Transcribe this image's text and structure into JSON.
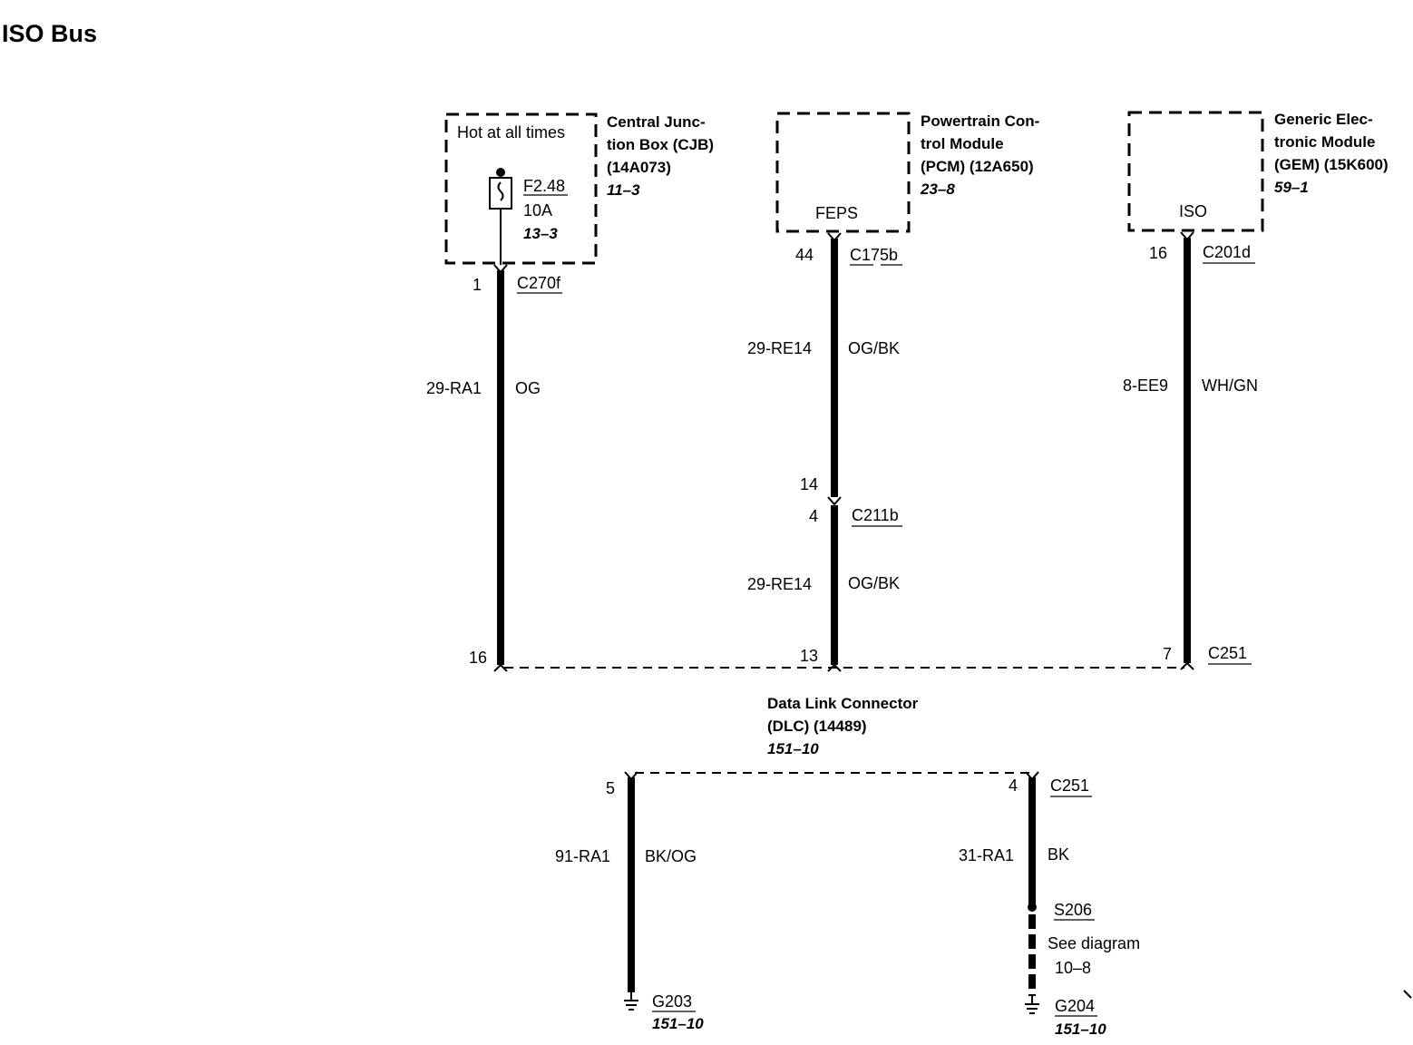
{
  "title": "ISO Bus",
  "cjb": {
    "name_lines": [
      "Central Junc-",
      "tion Box (CJB)",
      "(14A073)"
    ],
    "ref": "11–3",
    "hot_label": "Hot at all times",
    "fuse": {
      "id": "F2.48",
      "rating": "10A",
      "ref": "13–3"
    }
  },
  "pcm": {
    "name_lines": [
      "Powertrain Con-",
      "trol Module",
      "(PCM) (12A650)"
    ],
    "ref": "23–8",
    "pin_label": "FEPS"
  },
  "gem": {
    "name_lines": [
      "Generic Elec-",
      "tronic Module",
      "(GEM) (15K600)"
    ],
    "ref": "59–1",
    "pin_label": "ISO"
  },
  "circuit_cjb": {
    "pin_top": "1",
    "connector_top": "C270f",
    "circuit": "29-RA1",
    "color": "OG",
    "pin_bottom": "16"
  },
  "circuit_pcm": {
    "pin_top": "44",
    "connector_top": "C175b",
    "circuit_upper": "29-RE14",
    "color_upper": "OG/BK",
    "inline_pin_a": "14",
    "inline_pin_b": "4",
    "inline_connector": "C211b",
    "circuit_lower": "29-RE14",
    "color_lower": "OG/BK",
    "pin_bottom": "13"
  },
  "circuit_gem": {
    "pin_top": "16",
    "connector_top": "C201d",
    "circuit": "8-EE9",
    "color": "WH/GN",
    "pin_bottom": "7",
    "connector_bottom": "C251"
  },
  "dlc": {
    "name_lines": [
      "Data Link Connector",
      "(DLC) (14489)"
    ],
    "ref": "151–10"
  },
  "ground_g203": {
    "pin": "5",
    "circuit": "91-RA1",
    "color": "BK/OG",
    "ground": "G203",
    "ref": "151–10"
  },
  "ground_g204": {
    "pin": "4",
    "connector": "C251",
    "circuit": "31-RA1",
    "color": "BK",
    "splice": "S206",
    "see_diagram": "See diagram",
    "see_ref": "10–8",
    "ground": "G204",
    "ref": "151–10"
  }
}
